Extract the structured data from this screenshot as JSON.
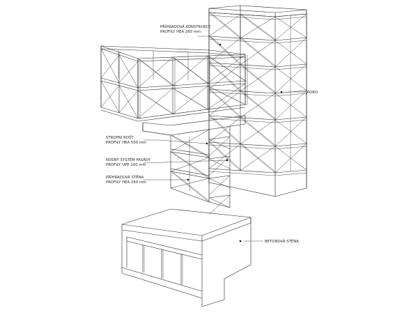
{
  "labels": {
    "truss_top_line1": "PŘÍHRADOVÁ KONSTRUKCE",
    "truss_top_line2": "PROFILY HEA 260 mm",
    "core": "JÁDRO",
    "floor_grid_line1": "STROPNÍ ROŠT",
    "floor_grid_line2": "PROFILY HEA 500 mm",
    "facade_line1": "NOSNÝ SYSTÉM FASÁDY",
    "facade_line2": "PROFILY UPE 100 mm",
    "truss_wall_line1": "PŘÍHRADOVÁ STĚNA",
    "truss_wall_line2": "PROFILY HEA 260 mm",
    "concrete_wall": "BETONOVÁ STĚNA"
  }
}
